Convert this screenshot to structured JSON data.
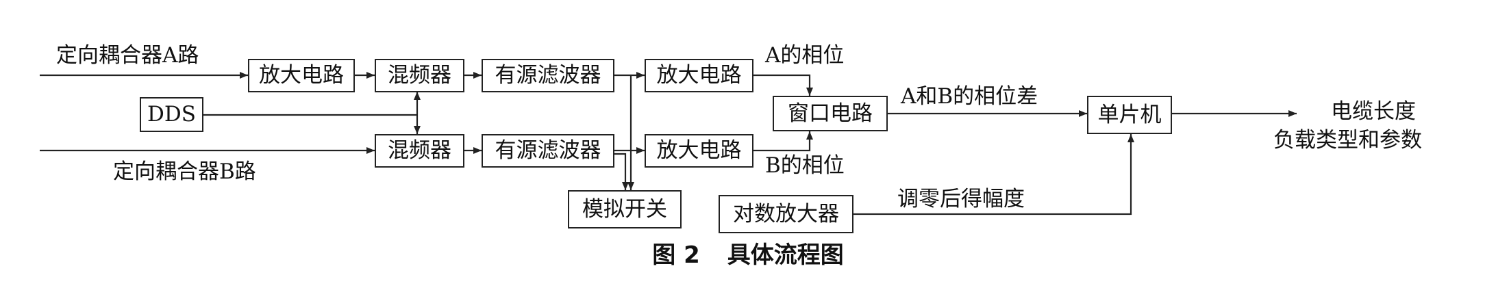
{
  "diagram": {
    "inputs": {
      "path_a": "定向耦合器A路",
      "path_b": "定向耦合器B路"
    },
    "blocks": {
      "amp_a": "放大电路",
      "mixer_a": "混频器",
      "filter_a": "有源滤波器",
      "amp_a2": "放大电路",
      "dds": "DDS",
      "mixer_b": "混频器",
      "filter_b": "有源滤波器",
      "amp_b2": "放大电路",
      "window": "窗口电路",
      "mcu": "单片机",
      "analog_switch": "模拟开关",
      "log_amp": "对数放大器"
    },
    "signals": {
      "phase_a": "A的相位",
      "phase_b": "B的相位",
      "phase_diff": "A和B的相位差",
      "zero_amp": "调零后得幅度"
    },
    "outputs": {
      "line1": "电缆长度",
      "line2": "负载类型和参数"
    },
    "caption": {
      "number": "图 2",
      "title": "具体流程图"
    }
  }
}
